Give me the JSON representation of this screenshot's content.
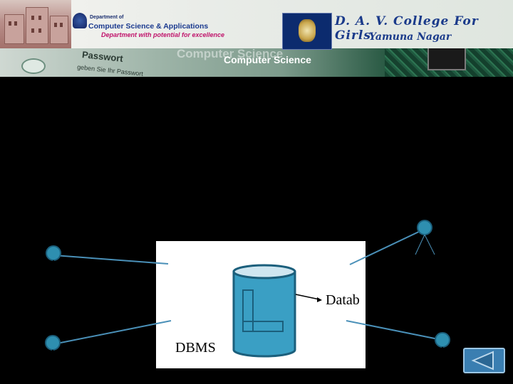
{
  "banner": {
    "dept_prefix": "Department of",
    "dept_name": "Computer Science & Applications",
    "dept_tagline": "Department with potential for excellence",
    "college_name": "D. A. V. College For Girls",
    "college_city": "Yamuna Nagar",
    "bg_password_text": "Passwort",
    "bg_password_subtext": "geben Sie Ihr Passwort",
    "bg_cs_text_faded": "Computer Science",
    "bg_cs_text": "Computer Science"
  },
  "diagram": {
    "box_label": "DBMS",
    "database_label": "Datab",
    "user_icon": "user-actor-icon",
    "database_icon": "database-cylinder-icon",
    "colors": {
      "user_fill": "#2e8fb0",
      "db_fill": "#3a9fc4",
      "line": "#4a90b8"
    }
  },
  "navigation": {
    "back_icon": "back-triangle-icon",
    "back_color": "#3a7eb1"
  }
}
